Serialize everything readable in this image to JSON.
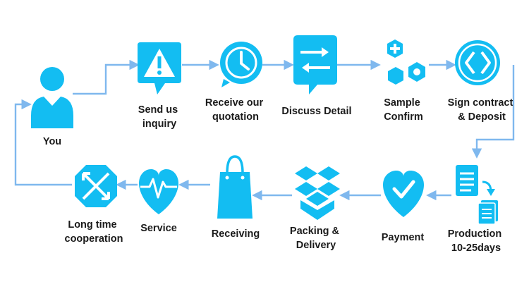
{
  "colors": {
    "icon": "#13bdf2",
    "arrow": "#7fb8ee",
    "label": "#1a1a1a"
  },
  "steps": [
    {
      "label_lines": [
        "You"
      ],
      "icon": "person-icon"
    },
    {
      "label_lines": [
        "Send us",
        "inquiry"
      ],
      "icon": "warning-speech-bubble-icon"
    },
    {
      "label_lines": [
        "Receive our",
        "quotation"
      ],
      "icon": "clock-icon"
    },
    {
      "label_lines": [
        "Discuss Detail"
      ],
      "icon": "chat-exchange-icon"
    },
    {
      "label_lines": [
        "Sample",
        "Confirm"
      ],
      "icon": "hexagons-plus-icon"
    },
    {
      "label_lines": [
        "Sign contract",
        "& Deposit"
      ],
      "icon": "swap-arrows-circle-icon"
    },
    {
      "label_lines": [
        "Production",
        "10-25days"
      ],
      "icon": "documents-icon"
    },
    {
      "label_lines": [
        "Payment"
      ],
      "icon": "heart-check-icon"
    },
    {
      "label_lines": [
        "Packing &",
        "Delivery"
      ],
      "icon": "dropbox-icon"
    },
    {
      "label_lines": [
        "Receiving"
      ],
      "icon": "shopping-bag-icon"
    },
    {
      "label_lines": [
        "Service"
      ],
      "icon": "heart-pulse-icon"
    },
    {
      "label_lines": [
        "Long time",
        "cooperation"
      ],
      "icon": "octagon-arrows-icon"
    }
  ]
}
